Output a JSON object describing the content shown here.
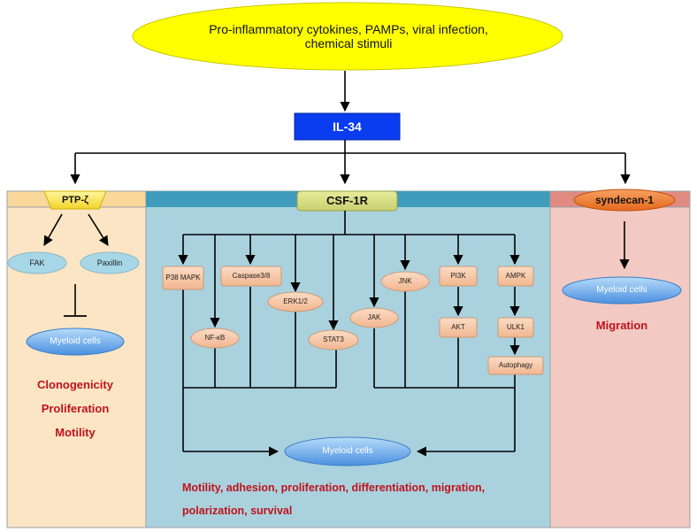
{
  "stimulus": "Pro-inflammatory cytokines, PAMPs, viral infection, chemical stimuli",
  "il34": "IL-34",
  "left_panel": {
    "receptor": "PTP-ζ",
    "nodes": [
      "FAK",
      "Paxillin"
    ],
    "target": "Myeloid cells",
    "outcomes": [
      "Clonogenicity",
      "Proliferation",
      "Motility"
    ]
  },
  "center_panel": {
    "receptor": "CSF-1R",
    "nodes": {
      "p38": "P38 MAPK",
      "nfkb": "NF-κB",
      "caspase": "Caspase3/8",
      "erk": "ERK1/2",
      "stat3": "STAT3",
      "jak": "JAK",
      "jnk": "JNK",
      "pi3k": "PI3K",
      "akt": "AKT",
      "ampk": "AMPK",
      "ulk1": "ULK1",
      "autophagy": "Autophagy"
    },
    "target": "Myeloid cells",
    "outcomes": "Motility, adhesion, proliferation, differentiation, migration, polarization, survival"
  },
  "right_panel": {
    "receptor": "syndecan-1",
    "target": "Myeloid cells",
    "outcome": "Migration"
  },
  "colors": {
    "stimulus": "#ffff00",
    "il34": "#0a3cf0",
    "left_bg": "#fbe5c4",
    "center_bg": "#a9d2de",
    "right_bg": "#f2c9c3",
    "node": "#f6c9a8",
    "ellipse_node": "#a7d7e6",
    "outcome_text": "#c0121b"
  }
}
